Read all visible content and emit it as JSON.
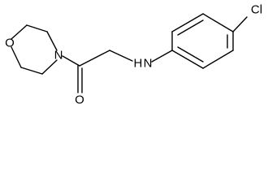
{
  "molecule": {
    "atoms": {
      "morpholine_o": "O",
      "morpholine_n": "N",
      "carbonyl_o": "O",
      "amine_n": "H N",
      "chlorine": "Cl"
    },
    "colors": {
      "bond": "#000000",
      "label": "#000000",
      "background": "#ffffff"
    }
  }
}
